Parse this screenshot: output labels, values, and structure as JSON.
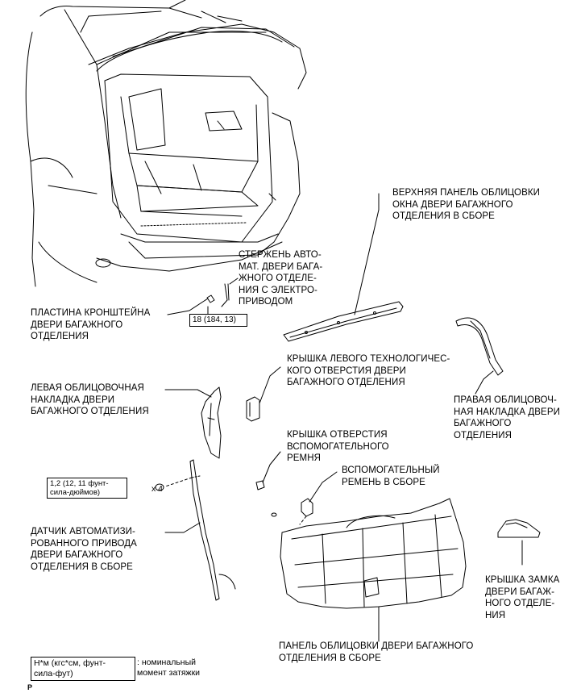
{
  "labels": {
    "bracket_plate": "ПЛАСТИНА КРОНШТЕЙНА\nДВЕРИ БАГАЖНОГО\nОТДЕЛЕНИЯ",
    "rod": "СТЕРЖЕНЬ АВТО-\nМАТ. ДВЕРИ БАГА-\nЖНОГО ОТДЕЛЕ-\nНИЯ С ЭЛЕКТРО-\nПРИВОДОМ",
    "upper_panel": "ВЕРХНЯЯ ПАНЕЛЬ ОБЛИЦОВКИ\nОКНА ДВЕРИ БАГАЖНОГО\nОТДЕЛЕНИЯ В СБОРЕ",
    "left_hole_cover": "КРЫШКА ЛЕВОГО ТЕХНОЛОГИЧЕС-\nКОГО ОТВЕРСТИЯ ДВЕРИ\nБАГАЖНОГО ОТДЕЛЕНИЯ",
    "left_trim": "ЛЕВАЯ ОБЛИЦОВОЧНАЯ\nНАКЛАДКА ДВЕРИ\nБАГАЖНОГО ОТДЕЛЕНИЯ",
    "right_trim": "ПРАВАЯ ОБЛИЦОВОЧ-\nНАЯ НАКЛАДКА ДВЕРИ\nБАГАЖНОГО\nОТДЕЛЕНИЯ",
    "strap_hole_cover": "КРЫШКА ОТВЕРСТИЯ\nВСПОМОГАТЕЛЬНОГО\nРЕМНЯ",
    "strap": "ВСПОМОГАТЕЛЬНЫЙ\nРЕМЕНЬ В СБОРЕ",
    "sensor": "ДАТЧИК АВТОМАТИЗИ-\nРОВАННОГО ПРИВОДА\nДВЕРИ БАГАЖНОГО\nОТДЕЛЕНИЯ В СБОРЕ",
    "lock_cover": "КРЫШКА ЗАМКА\nДВЕРИ БАГАЖ-\nНОГО ОТДЕЛЕ-\nНИЯ",
    "door_panel": "ПАНЕЛЬ ОБЛИЦОВКИ ДВЕРИ БАГАЖНОГО\nОТДЕЛЕНИЯ В СБОРЕ"
  },
  "torque": {
    "rod_torque": "18 (184, 13)",
    "sensor_torque": "1,2 (12, 11 фунт-\nсила-дюймов)",
    "sensor_qty": "x 4"
  },
  "legend": {
    "unit_box": "Н*м (кгс*см, фунт-\nсила-фут)",
    "unit_desc": ": номинальный\nмомент затяжки"
  },
  "footer": {
    "mark": "P"
  }
}
